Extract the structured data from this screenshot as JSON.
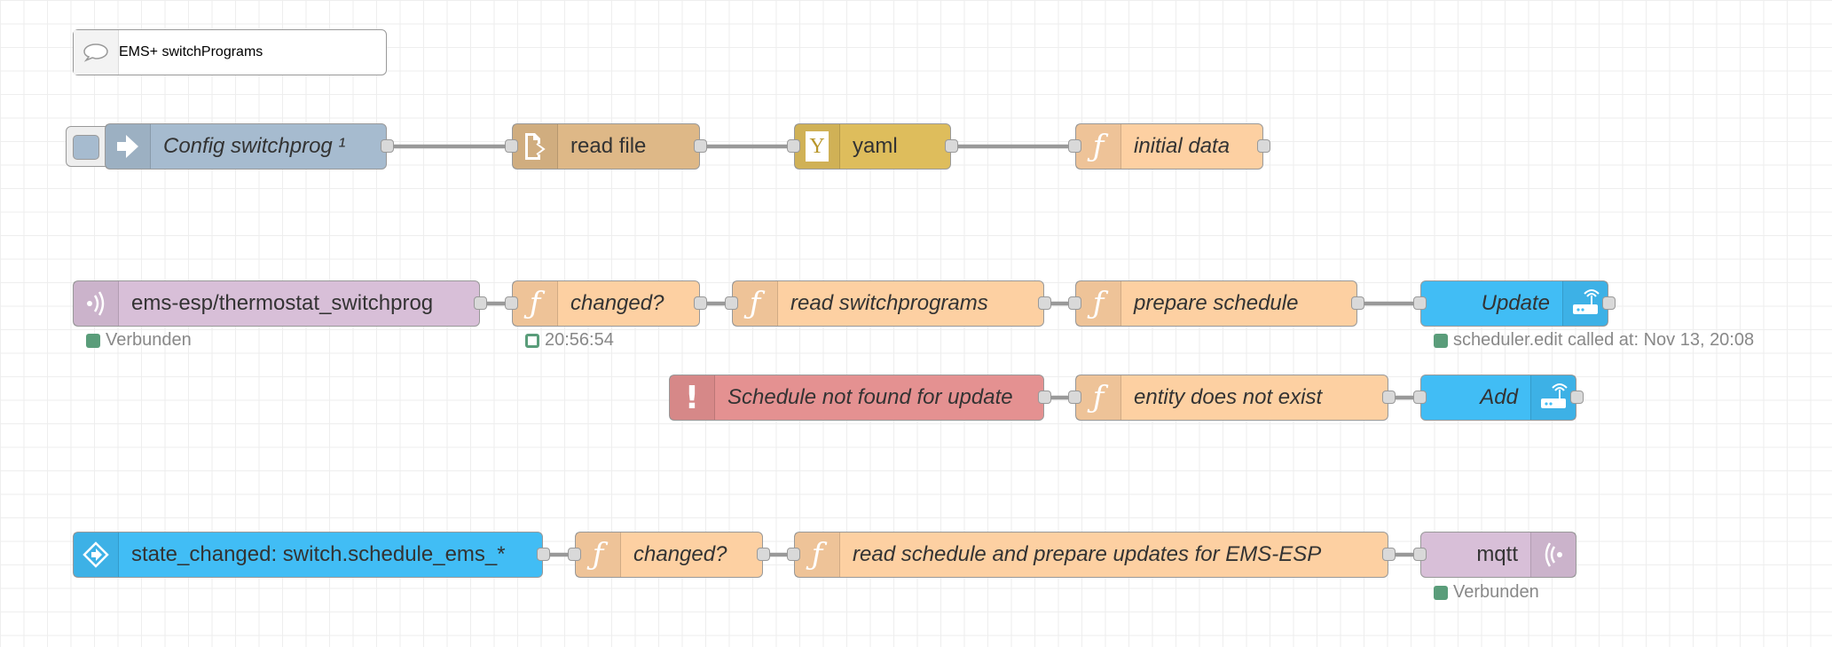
{
  "colors": {
    "inject": "#a6bbcf",
    "file": "#deb887",
    "yaml": "#debd5c",
    "function": "#fdd0a2",
    "mqtt": "#d8bfd8",
    "home_assistant": "#41bdf5",
    "catch": "#e49191",
    "status_ok": "#5a9d7a"
  },
  "comment": {
    "label": "EMS+ switchPrograms",
    "icon": "speech-bubble-icon"
  },
  "nodes": {
    "config_switchprog": {
      "label": "Config switchprog ¹",
      "icon": "inject-arrow-icon"
    },
    "read_file": {
      "label": "read file",
      "icon": "file-icon"
    },
    "yaml": {
      "label": "yaml",
      "icon": "yaml-icon",
      "glyph": "Y"
    },
    "initial_data": {
      "label": "initial data",
      "icon": "function-icon"
    },
    "mqtt_in": {
      "label": "ems-esp/thermostat_switchprog",
      "icon": "mqtt-wave-icon",
      "status": "Verbunden"
    },
    "changed_1": {
      "label": "changed?",
      "icon": "function-icon",
      "status": "20:56:54"
    },
    "read_switchprograms": {
      "label": "read switchprograms",
      "icon": "function-icon"
    },
    "prepare_schedule": {
      "label": "prepare schedule",
      "icon": "function-icon"
    },
    "update": {
      "label": "Update",
      "icon": "router-icon",
      "status": "scheduler.edit called at: Nov 13, 20:08"
    },
    "schedule_not_found": {
      "label": "Schedule not found for update",
      "icon": "exclamation-icon",
      "glyph": "!"
    },
    "entity_not_exist": {
      "label": "entity does not exist",
      "icon": "function-icon"
    },
    "add": {
      "label": "Add",
      "icon": "router-icon"
    },
    "state_changed": {
      "label": "state_changed: switch.schedule_ems_*",
      "icon": "home-assistant-icon"
    },
    "changed_2": {
      "label": "changed?",
      "icon": "function-icon"
    },
    "read_schedule": {
      "label": "read schedule and prepare updates for EMS-ESP",
      "icon": "function-icon"
    },
    "mqtt_out": {
      "label": "mqtt",
      "icon": "mqtt-wave-icon",
      "status": "Verbunden"
    }
  }
}
